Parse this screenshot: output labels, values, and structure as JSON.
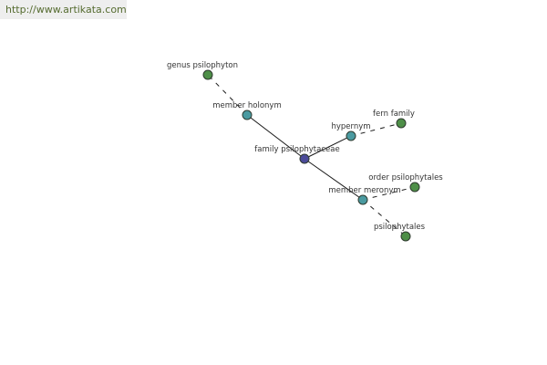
{
  "site": {
    "url": "http://www.artikata.com"
  },
  "colors": {
    "center_node": "#4b4b99",
    "relation_node": "#4a9aa0",
    "term_node": "#4e8f48",
    "node_stroke": "#2f3a2f",
    "edge": "#1a1a1a",
    "label": "#333333",
    "url": "#556b2f"
  },
  "graph": {
    "center": {
      "label": "family psilophytaceae",
      "kind": "center"
    },
    "relations": [
      {
        "id": "member-holonym",
        "label": "member holonym",
        "terms": [
          {
            "id": "genus-psilophyton",
            "label": "genus psilophyton"
          }
        ]
      },
      {
        "id": "hypernym",
        "label": "hypernym",
        "terms": [
          {
            "id": "fern-family",
            "label": "fern family"
          }
        ]
      },
      {
        "id": "member-meronym",
        "label": "member meronym",
        "terms": [
          {
            "id": "order-psilophytales",
            "label": "order psilophytales"
          },
          {
            "id": "psilophytales",
            "label": "psilophytales"
          }
        ]
      }
    ]
  }
}
